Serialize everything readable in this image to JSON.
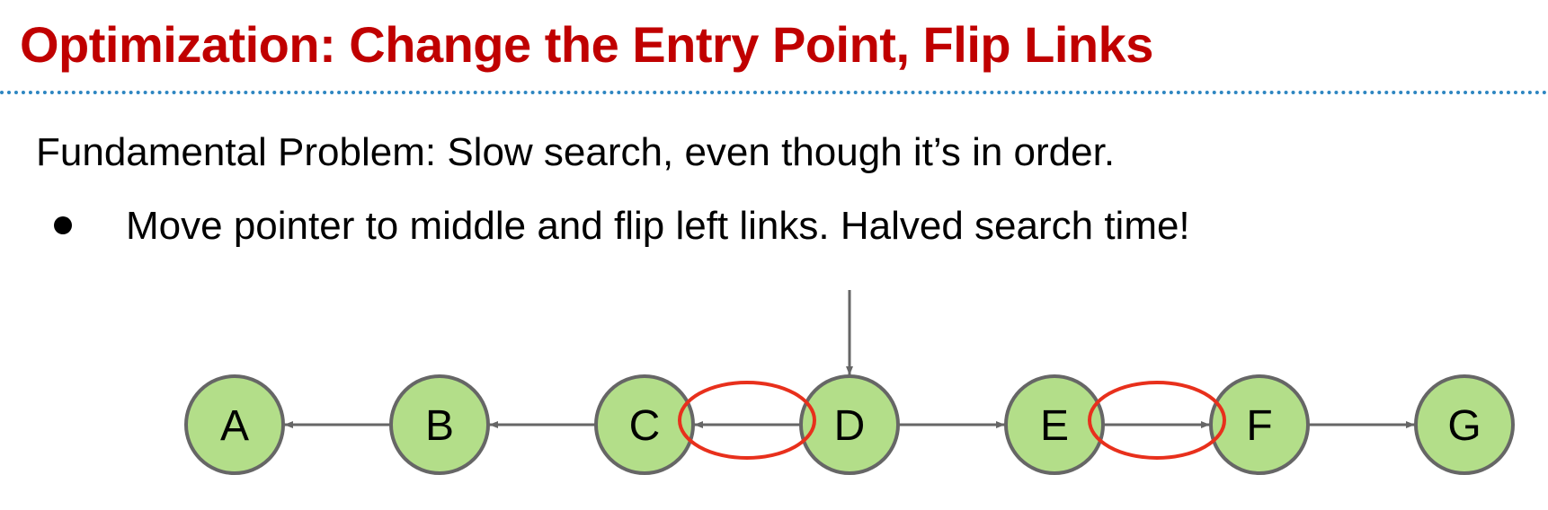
{
  "slide": {
    "title": "Optimization: Change the Entry Point, Flip Links",
    "problem": "Fundamental Problem: Slow search, even though it’s in order.",
    "bullets": [
      "Move pointer to middle and flip left links. Halved search time!"
    ]
  },
  "diagram": {
    "nodes": [
      "A",
      "B",
      "C",
      "D",
      "E",
      "F",
      "G"
    ],
    "links": [
      {
        "from": "B",
        "to": "A"
      },
      {
        "from": "C",
        "to": "B"
      },
      {
        "from": "D",
        "to": "C"
      },
      {
        "from": "D",
        "to": "E"
      },
      {
        "from": "E",
        "to": "F"
      },
      {
        "from": "F",
        "to": "G"
      }
    ],
    "entry_pointer_target": "D",
    "highlighted_links": [
      {
        "from": "D",
        "to": "C"
      },
      {
        "from": "E",
        "to": "F"
      }
    ]
  },
  "colors": {
    "title": "#c00000",
    "rule": "#2e86c1",
    "node_fill": "#b3de89",
    "node_stroke": "#666666",
    "link": "#666666",
    "highlight": "#e8301c"
  }
}
